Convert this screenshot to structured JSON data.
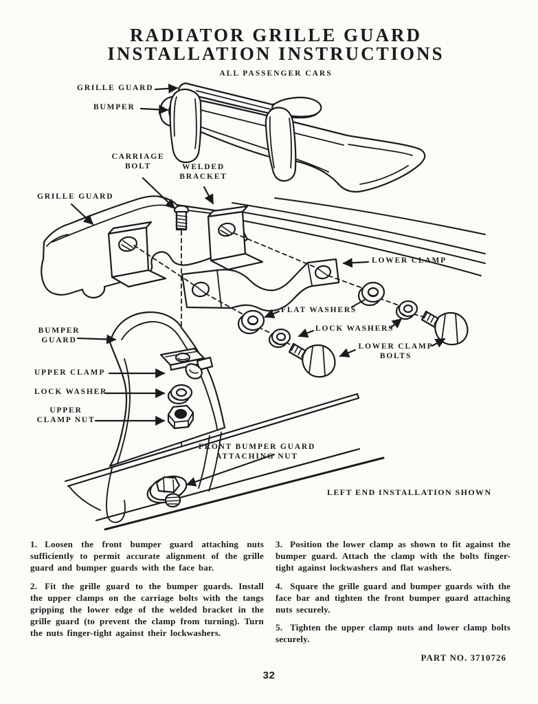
{
  "page": {
    "title_line1": "RADIATOR GRILLE GUARD",
    "title_line2": "INSTALLATION INSTRUCTIONS",
    "subtitle": "ALL PASSENGER CARS",
    "caption": "LEFT END INSTALLATION SHOWN",
    "part_no": "PART NO. 3710726",
    "page_number": "32"
  },
  "labels": {
    "grille_guard_top": "GRILLE GUARD",
    "bumper": "BUMPER",
    "carriage_bolt": "CARRIAGE\nBOLT",
    "welded_bracket": "WELDED\nBRACKET",
    "grille_guard_mid": "GRILLE GUARD",
    "lower_clamp": "LOWER CLAMP",
    "flat_washers": "FLAT WASHERS",
    "lock_washers": "LOCK WASHERS",
    "lower_clamp_bolts": "LOWER CLAMP\nBOLTS",
    "bumper_guard": "BUMPER\nGUARD",
    "upper_clamp": "UPPER CLAMP",
    "lock_washer": "LOCK WASHER",
    "upper_clamp_nut": "UPPER\nCLAMP NUT",
    "attaching_nut": "FRONT BUMPER GUARD\nATTACHING NUT"
  },
  "instructions": [
    {
      "num": "1.",
      "text": "Loosen the front bumper guard attaching nuts sufficiently to permit accurate alignment of the grille guard and bumper guards with the face bar."
    },
    {
      "num": "2.",
      "text": "Fit the grille guard to the bumper guards.  Install the upper clamps on the carriage bolts with the tangs gripping the lower edge of the welded bracket in the grille guard (to prevent the clamp from turning).  Turn the nuts finger-tight against their lockwashers."
    },
    {
      "num": "3.",
      "text": "Position the lower clamp as shown to fit against the bumper guard.  Attach the clamp with the bolts finger-tight against lockwashers and flat washers."
    },
    {
      "num": "4.",
      "text": "Square the grille guard and bumper guards with the face bar and tighten the front bumper guard attaching nuts securely."
    },
    {
      "num": "5.",
      "text": "Tighten the upper clamp nuts and lower clamp bolts securely."
    }
  ],
  "colors": {
    "ink": "#1b1b1b",
    "paper": "#fbfbf8"
  }
}
